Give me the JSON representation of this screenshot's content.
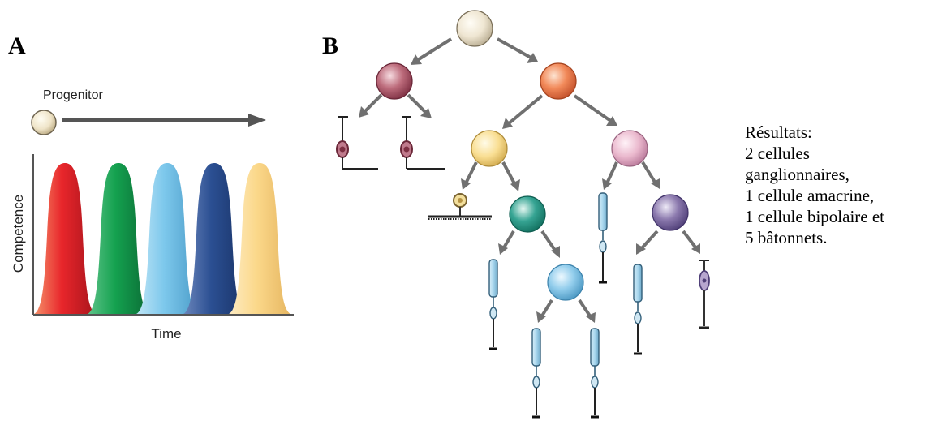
{
  "panels": {
    "a_label": "A",
    "b_label": "B"
  },
  "panel_a": {
    "progenitor_label": "Progenitor",
    "y_axis_label": "Competence",
    "x_axis_label": "Time",
    "competence_peaks": [
      {
        "color": "#e8262b"
      },
      {
        "color": "#14a14f"
      },
      {
        "color": "#7dc8ec"
      },
      {
        "color": "#2b4f92"
      },
      {
        "color": "#fbd88a"
      }
    ],
    "colors": {
      "progenitor": "#efe6cf",
      "arrow": "#555555"
    }
  },
  "panel_b": {
    "colors": {
      "root": "#eee6d4",
      "ganglion_progenitor": "#b86a7a",
      "orange_progenitor": "#f08a5d",
      "yellow_progenitor": "#f8dc8e",
      "pink_progenitor": "#eab8cd",
      "teal_progenitor": "#2fa090",
      "purple_progenitor": "#8a78ac",
      "blue_progenitor": "#8fcbea",
      "arrow": "#707070"
    },
    "results": [
      "Résultats:",
      "2 cellules",
      "ganglionnaires,",
      "1 cellule amacrine,",
      "1 cellule bipolaire et",
      "5 bâtonnets."
    ]
  }
}
